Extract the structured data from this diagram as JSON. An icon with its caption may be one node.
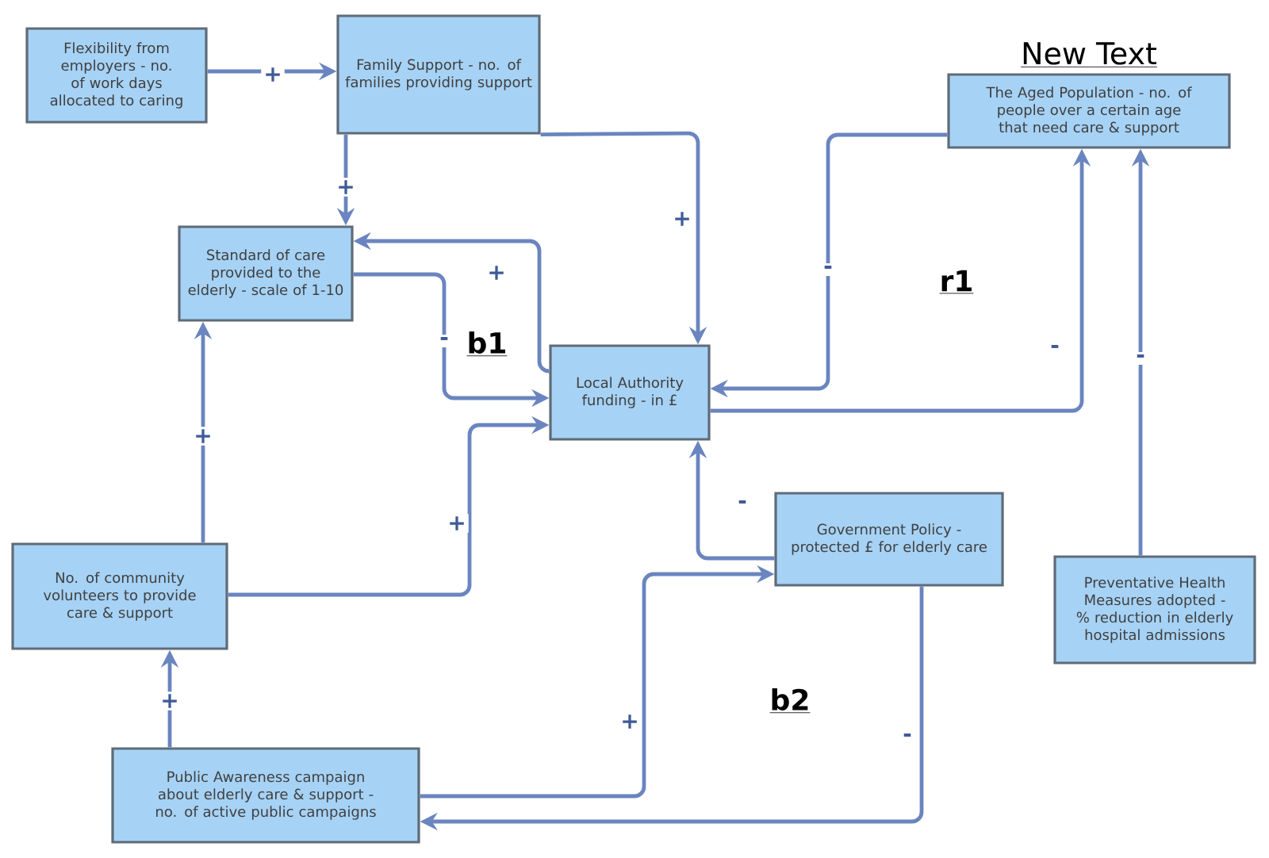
{
  "diagram": {
    "nodes": [
      {
        "text": [
          "Flexibility from employers - no. of work days allocated to caring"
        ]
      },
      {
        "text": [
          "Family Support - no. of families providing support"
        ]
      },
      {
        "text": [
          "New Text",
          "The Aged Population - no. of people over a certain age that need care & support"
        ]
      },
      {
        "text": [
          "Standard of care provided to the elderly - scale of 1-10"
        ]
      },
      {
        "text": [
          "Local Authority funding - in £"
        ]
      },
      {
        "text": [
          "Government Policy - protected £ for elderly care"
        ]
      },
      {
        "text": [
          "No. of community volunteers to provide care & support"
        ]
      },
      {
        "text": [
          "Preventative Health Measures adopted - % reduction in elderly hospital admissions"
        ]
      },
      {
        "text": [
          "Public Awareness campaign about elderly care & support - no. of active public campaigns"
        ]
      }
    ],
    "edges": [
      {
        "from": 0,
        "to": 1,
        "arrow": "to",
        "label": "+"
      },
      {
        "from": 1,
        "to": 3,
        "arrow": "to",
        "label": "+"
      },
      {
        "from": 1,
        "to": 4,
        "arrow": "to",
        "label": "+"
      },
      {
        "from": 4,
        "to": 3,
        "arrow": "to",
        "label": "+"
      },
      {
        "from": 3,
        "to": 4,
        "arrow": "to",
        "label": "-"
      },
      {
        "from": 2,
        "to": 4,
        "arrow": "to",
        "label": "-"
      },
      {
        "from": 4,
        "to": 2,
        "arrow": "to",
        "label": "-"
      },
      {
        "from": 7,
        "to": 2,
        "arrow": "to",
        "label": "-"
      },
      {
        "from": 5,
        "to": 4,
        "arrow": "to",
        "label": "-"
      },
      {
        "from": 6,
        "to": 3,
        "arrow": "to",
        "label": "+"
      },
      {
        "from": 6,
        "to": 4,
        "arrow": "to",
        "label": "+"
      },
      {
        "from": 8,
        "to": 6,
        "arrow": "to",
        "label": "+"
      },
      {
        "from": 8,
        "to": 5,
        "arrow": "to",
        "label": "+"
      },
      {
        "from": 5,
        "to": 8,
        "arrow": "to",
        "label": "-"
      }
    ],
    "labels": [
      "b1",
      "r1",
      "b2"
    ]
  }
}
